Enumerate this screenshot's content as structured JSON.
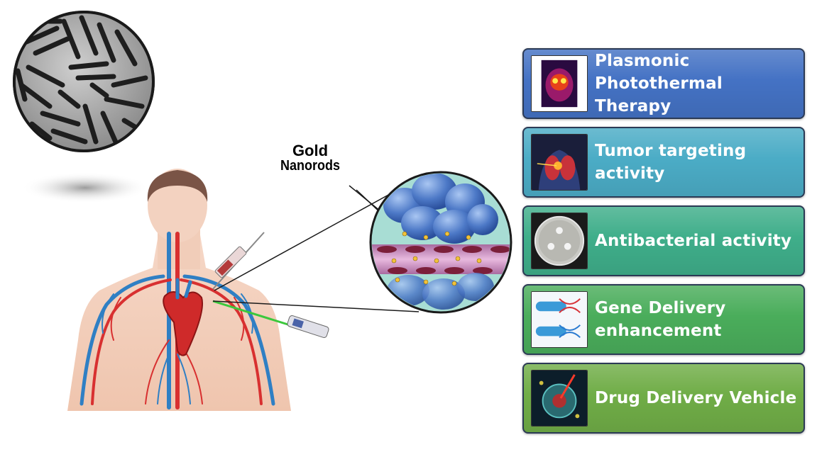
{
  "nanorod_label": {
    "line1": "Gold",
    "line2": "Nanorods"
  },
  "applications": [
    {
      "label": "Plasmonic Photothermal Therapy",
      "color": "#4472c4",
      "icon": "thermal-image-icon"
    },
    {
      "label": "Tumor targeting activity",
      "color": "#4bacc6",
      "icon": "tumor-xray-icon"
    },
    {
      "label": "Antibacterial activity",
      "color": "#3fae8a",
      "icon": "petri-dish-icon"
    },
    {
      "label": "Gene Delivery enhancement",
      "color": "#4aad5b",
      "icon": "dna-capsule-icon"
    },
    {
      "label": "Drug Delivery Vehicle",
      "color": "#70ad47",
      "icon": "cell-laser-icon"
    }
  ]
}
